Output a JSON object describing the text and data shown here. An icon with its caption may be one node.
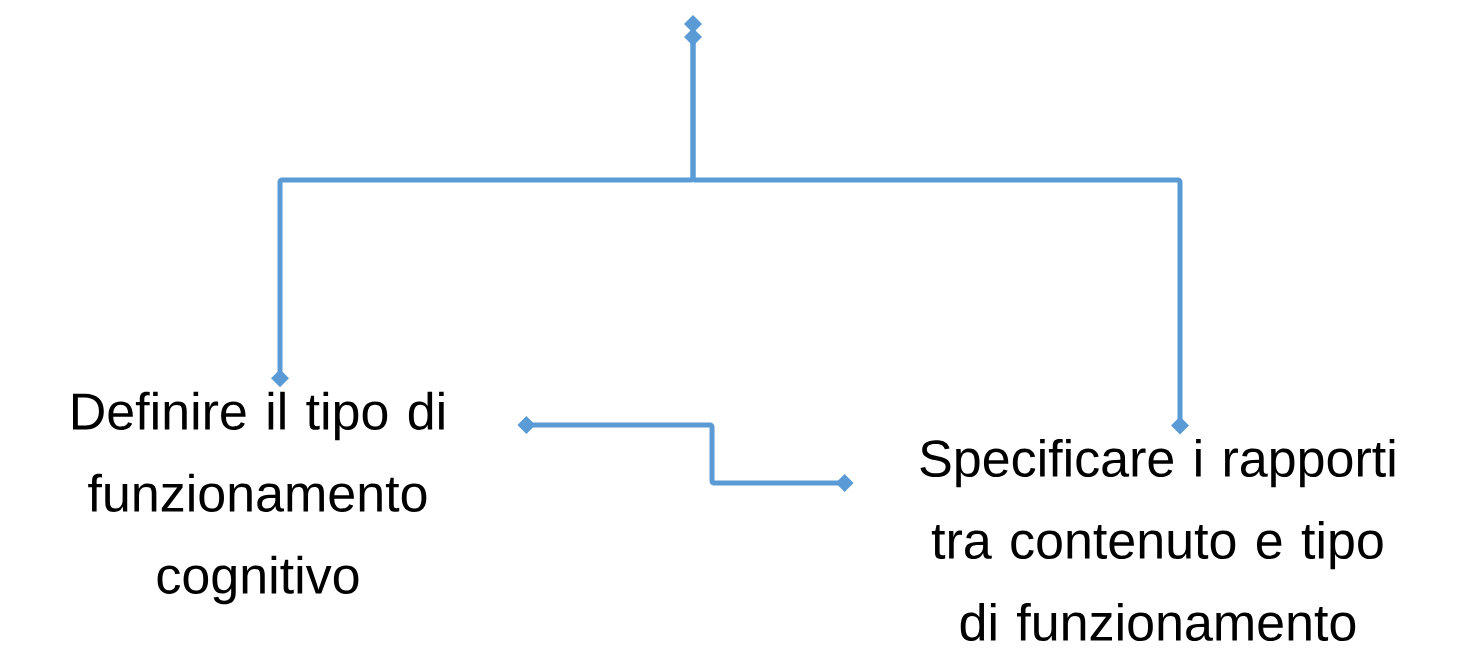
{
  "diagram": {
    "nodes": [
      {
        "text": [
          "Definire il tipo di funzionamento cognitivo"
        ]
      },
      {
        "text": [
          "Specificare i rapporti tra contenuto e tipo di funzionamento"
        ]
      }
    ],
    "edges": [
      {
        "from": null,
        "to": 0,
        "arrow": "other"
      },
      {
        "from": null,
        "to": 1,
        "arrow": "other"
      },
      {
        "from": 0,
        "to": 1,
        "arrow": "other"
      }
    ]
  }
}
